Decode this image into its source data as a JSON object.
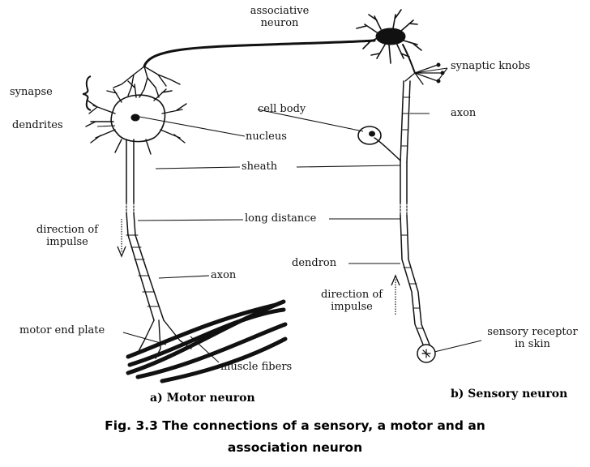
{
  "labels": {
    "associative_neuron": "associative\nneuron",
    "synaptic_knobs": "synaptic knobs",
    "synapse": "synapse",
    "cell_body": "cell body",
    "axon_top": "axon",
    "dendrites": "dendrites",
    "nucleus": "nucleus",
    "sheath": "sheath",
    "direction_left": "direction of\nimpulse",
    "long_distance": "long distance",
    "dendron": "dendron",
    "axon_mid": "axon",
    "direction_right": "direction of\nimpulse",
    "sensory_receptor": "sensory receptor\nin skin",
    "motor_end_plate": "motor end plate",
    "muscle_fibers": "muscle fibers"
  },
  "subcaptions": {
    "motor": "a) Motor neuron",
    "sensory": "b) Sensory neuron"
  },
  "caption": {
    "line1": "Fig. 3.3 The connections of a sensory, a motor and an",
    "line2": "association neuron"
  }
}
